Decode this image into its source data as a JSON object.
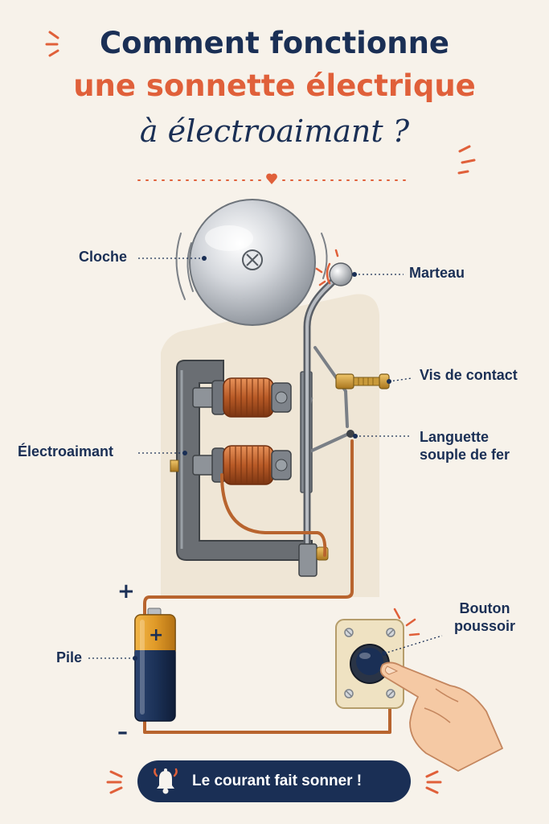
{
  "header": {
    "title_line1": "Comment fonctionne",
    "title_line2": "une sonnette électrique",
    "title_line3": "à électroaimant ?"
  },
  "labels": {
    "cloche": "Cloche",
    "marteau": "Marteau",
    "vis": "Vis de contact",
    "languette_l1": "Languette",
    "languette_l2": "souple de fer",
    "electroaimant": "Électroaimant",
    "pile": "Pile",
    "bouton_l1": "Bouton",
    "bouton_l2": "poussoir",
    "plus": "+",
    "minus": "–",
    "battery_plus": "+"
  },
  "footer": {
    "cta_text": "Le courant fait sonner !"
  },
  "colors": {
    "navy": "#1a2f55",
    "orange": "#e0603a",
    "copper": "#c8703a",
    "background": "#f7f2ea"
  },
  "icons": {
    "cta_icon": "bell-icon"
  }
}
